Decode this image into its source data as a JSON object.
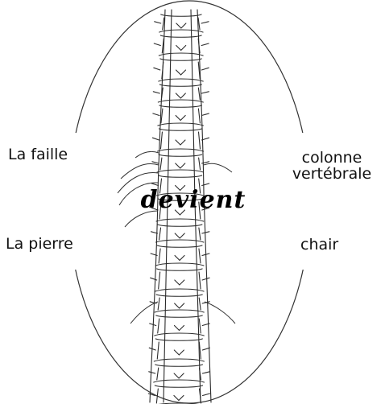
{
  "left_labels": {
    "top": "La faille",
    "bottom": "La pierre"
  },
  "right_labels": {
    "top_line1": "colonne",
    "top_line2": "vertébrale",
    "bottom": "chair"
  },
  "center_word": "devient",
  "colors": {
    "text": "#111111",
    "sketch": "#2a2a2a",
    "ellipse": "#333333"
  }
}
